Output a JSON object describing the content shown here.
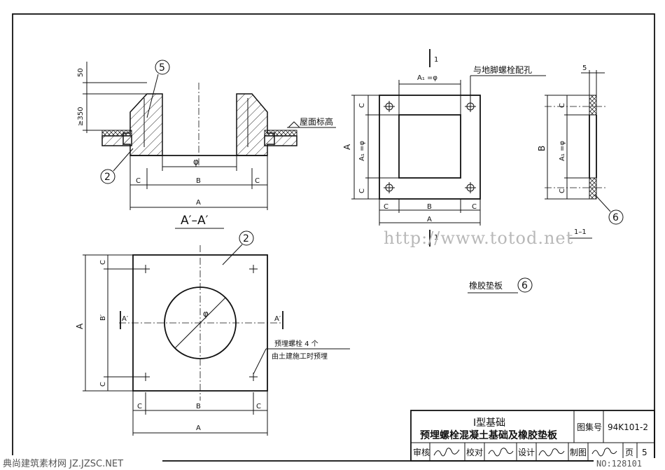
{
  "section_aa": {
    "callout": "5",
    "callout2": "2",
    "dim_top": "50",
    "dim_height": "≥350",
    "roof_label": "屋面标高",
    "phi": "φ",
    "dim_c": "C",
    "dim_b": "B",
    "dim_a": "A",
    "title": "A′–A′"
  },
  "pad_view": {
    "a1_label": "A₁ =φ",
    "hole_label": "与地脚螺栓配孔",
    "dim_c": "C",
    "dim_b": "B",
    "dim_a": "A",
    "section_mark": "1"
  },
  "side_view": {
    "dim_5": "5",
    "dim_c": "C",
    "dim_b": "B",
    "a1_label": "A₁ =φ",
    "callout": "6",
    "title": "1–1"
  },
  "pad_caption": {
    "text": "橡胶垫板",
    "callout": "6"
  },
  "plan_view": {
    "callout": "2",
    "phi": "φ",
    "dim_c": "C",
    "dim_b": "B",
    "dim_b_side": "B′",
    "dim_a": "A",
    "section_mark": "A′",
    "note_line1": "预埋螺栓 4 个",
    "note_line2": "由土建施工时预埋"
  },
  "title_block": {
    "title1": "Ⅰ型基础",
    "title2": "预埋螺栓混凝土基础及橡胶垫板",
    "atlas_label": "图集号",
    "atlas_no": "94K101-2",
    "review": "审核",
    "check": "校对",
    "design": "设计",
    "draw": "制图",
    "page_label": "页",
    "page_no": "5"
  },
  "watermark": "http://www.totod.net",
  "footer": {
    "left": "典尚建筑素材网 JZ.JZSC.NET",
    "right": "NO:128101"
  }
}
